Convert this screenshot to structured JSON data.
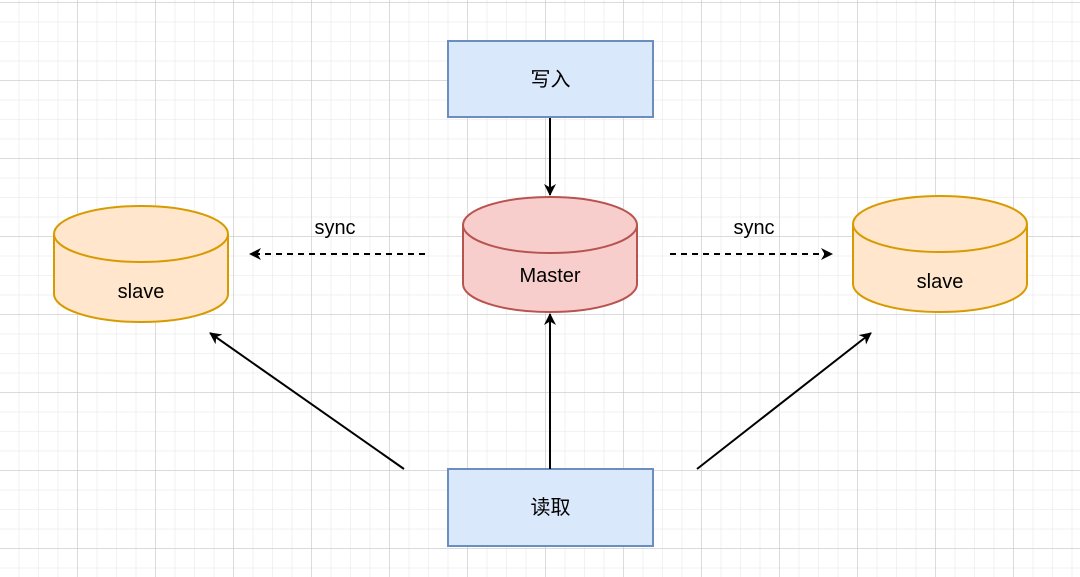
{
  "diagram": {
    "nodes": {
      "write": {
        "label": "写入",
        "fill": "#dae8fc",
        "stroke": "#6c8ebf"
      },
      "read": {
        "label": "读取",
        "fill": "#dae8fc",
        "stroke": "#6c8ebf"
      },
      "master": {
        "label": "Master",
        "fill": "#f8cecc",
        "stroke": "#b85450"
      },
      "slave_left": {
        "label": "slave",
        "fill": "#ffe6cc",
        "stroke": "#d79b00"
      },
      "slave_right": {
        "label": "slave",
        "fill": "#ffe6cc",
        "stroke": "#d79b00"
      }
    },
    "edges": {
      "sync_left": {
        "label": "sync",
        "style": "dashed"
      },
      "sync_right": {
        "label": "sync",
        "style": "dashed"
      },
      "write_to_master": {
        "label": "",
        "style": "solid"
      },
      "read_to_master": {
        "label": "",
        "style": "solid"
      },
      "read_to_slave_left": {
        "label": "",
        "style": "solid"
      },
      "read_to_slave_right": {
        "label": "",
        "style": "solid"
      }
    }
  }
}
